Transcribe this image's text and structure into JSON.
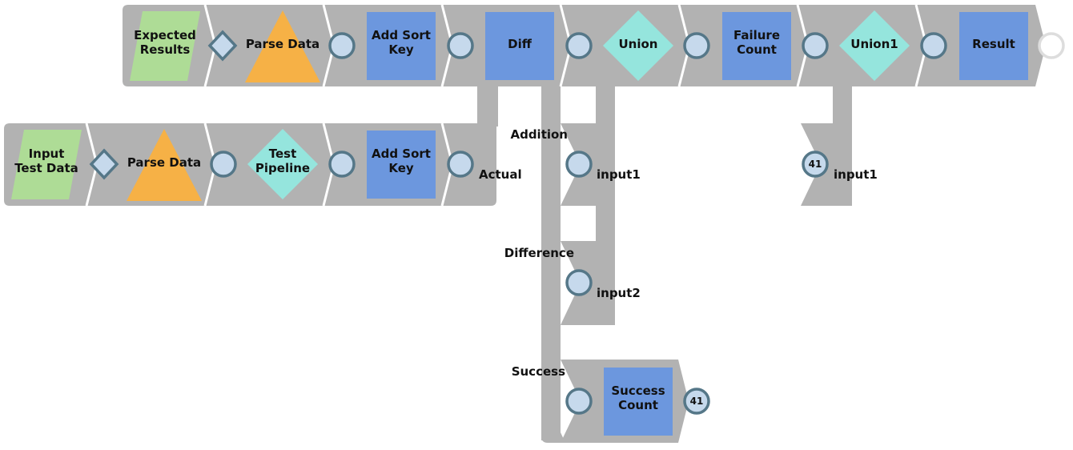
{
  "colors": {
    "track": "#b2b2b2",
    "input_snap": "#aedc96",
    "parser_snap": "#f6b146",
    "transform_snap": "#6c97de",
    "flow_snap": "#95e5dd",
    "port_fill": "#c6d9ec",
    "port_stroke": "#557788",
    "terminal_stroke": "#dddddd"
  },
  "snaps": {
    "expected_results": {
      "label_line1": "Expected",
      "label_line2": "Results",
      "icon": "parallelogram-icon"
    },
    "parse_data_top": {
      "label": "Parse Data",
      "icon": "triangle-icon"
    },
    "add_sort_key_top": {
      "label_line1": "Add Sort",
      "label_line2": "Key",
      "icon": "square-icon"
    },
    "diff": {
      "label": "Diff",
      "icon": "square-icon"
    },
    "union": {
      "label": "Union",
      "icon": "diamond-icon"
    },
    "failure_count": {
      "label_line1": "Failure",
      "label_line2": "Count",
      "icon": "square-icon"
    },
    "union1": {
      "label": "Union1",
      "icon": "diamond-icon"
    },
    "result": {
      "label": "Result",
      "icon": "square-icon"
    },
    "input_test_data": {
      "label_line1": "Input",
      "label_line2": "Test Data",
      "icon": "parallelogram-icon"
    },
    "parse_data_bottom": {
      "label": "Parse Data",
      "icon": "triangle-icon"
    },
    "test_pipeline": {
      "label_line1": "Test",
      "label_line2": "Pipeline",
      "icon": "diamond-icon"
    },
    "add_sort_key_bottom": {
      "label_line1": "Add Sort",
      "label_line2": "Key",
      "icon": "square-icon"
    },
    "success_count": {
      "label_line1": "Success",
      "label_line2": "Count",
      "icon": "square-icon"
    }
  },
  "ports": {
    "actual": "Actual",
    "addition": "Addition",
    "difference": "Difference",
    "success": "Success",
    "union_input1": "input1",
    "union_input2": "input2",
    "union1_input1": "input1"
  },
  "badges": {
    "union1_input1_count": "41",
    "success_count_output": "41"
  }
}
